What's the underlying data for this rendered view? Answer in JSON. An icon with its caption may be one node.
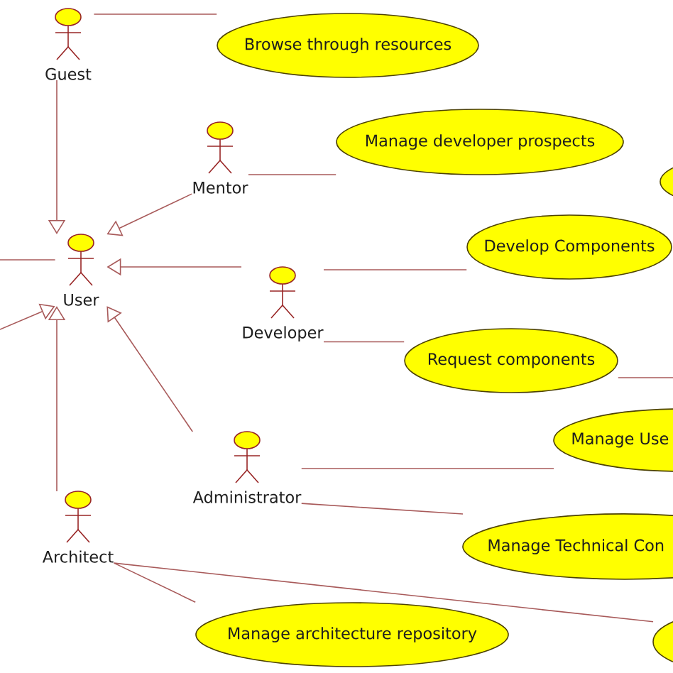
{
  "diagram": {
    "nodes": [
      {
        "text": [
          "Guest"
        ]
      },
      {
        "text": [
          "Browse through resources"
        ]
      },
      {
        "text": [
          "Mentor"
        ]
      },
      {
        "text": [
          "Manage developer prospects"
        ]
      },
      {
        "text": [],
        "shape": "ellipse"
      },
      {
        "text": [
          "User"
        ]
      },
      {
        "text": [
          "Developer"
        ]
      },
      {
        "text": [
          "Develop Components"
        ]
      },
      {
        "text": [
          "Request components"
        ]
      },
      {
        "text": [
          "Administrator"
        ]
      },
      {
        "text": [
          "Manage Use"
        ]
      },
      {
        "text": [
          "Architect"
        ]
      },
      {
        "text": [
          "Manage Technical Con"
        ]
      },
      {
        "text": [
          "Manage architecture repository"
        ]
      },
      {
        "text": [],
        "shape": "ellipse"
      }
    ],
    "edges": [
      {
        "from": 0,
        "to": 5,
        "arrow": "to"
      },
      {
        "from": 0,
        "to": 1,
        "arrow": "none"
      },
      {
        "from": 2,
        "to": 5,
        "arrow": "to"
      },
      {
        "from": 2,
        "to": 3,
        "arrow": "none"
      },
      {
        "from": 6,
        "to": 5,
        "arrow": "to"
      },
      {
        "from": 6,
        "to": 7,
        "arrow": "none"
      },
      {
        "from": 6,
        "to": 8,
        "arrow": "none"
      },
      {
        "from": 8,
        "to": null,
        "arrow": "none"
      },
      {
        "from": 9,
        "to": 5,
        "arrow": "to"
      },
      {
        "from": 9,
        "to": 10,
        "arrow": "none"
      },
      {
        "from": 9,
        "to": 12,
        "arrow": "none"
      },
      {
        "from": 11,
        "to": 5,
        "arrow": "to"
      },
      {
        "from": 11,
        "to": 13,
        "arrow": "none"
      },
      {
        "from": 11,
        "to": 14,
        "arrow": "none"
      },
      {
        "from": null,
        "to": 5,
        "arrow": "none"
      },
      {
        "from": null,
        "to": 5,
        "arrow": "to"
      }
    ]
  }
}
